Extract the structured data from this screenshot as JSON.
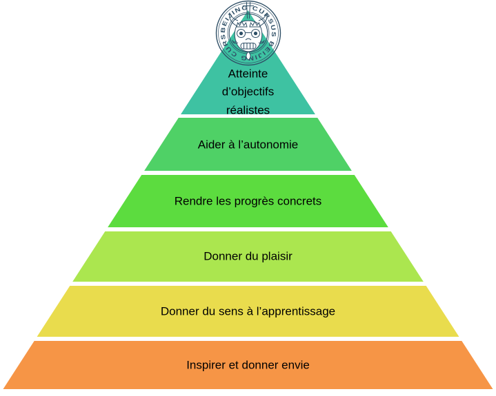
{
  "page": {
    "background": "#FFFFFF"
  },
  "seal": {
    "name": "beijing-cursus-seal",
    "ring_text": "BEIJING CURSUS",
    "ring_text_full": "BEIJING CURSUS   BEIJING CURSUS",
    "line_color": "#2F4F66"
  },
  "chart_data": {
    "type": "pyramid",
    "title": "",
    "orientation": "point-up",
    "divider_color": "#FFFFFF",
    "label_color": "#000000",
    "levels": [
      {
        "label": "Atteinte d’objectifs réalistes",
        "color": "#3EC2A2"
      },
      {
        "label": "Aider à l’autonomie",
        "color": "#4FD166"
      },
      {
        "label": "Rendre les progrès concrets",
        "color": "#5CDC3F"
      },
      {
        "label": "Donner du plaisir",
        "color": "#ABE64F"
      },
      {
        "label": "Donner du sens à l’apprentissage",
        "color": "#E9DC4D"
      },
      {
        "label": "Inspirer et donner envie",
        "color": "#F69546"
      }
    ]
  }
}
